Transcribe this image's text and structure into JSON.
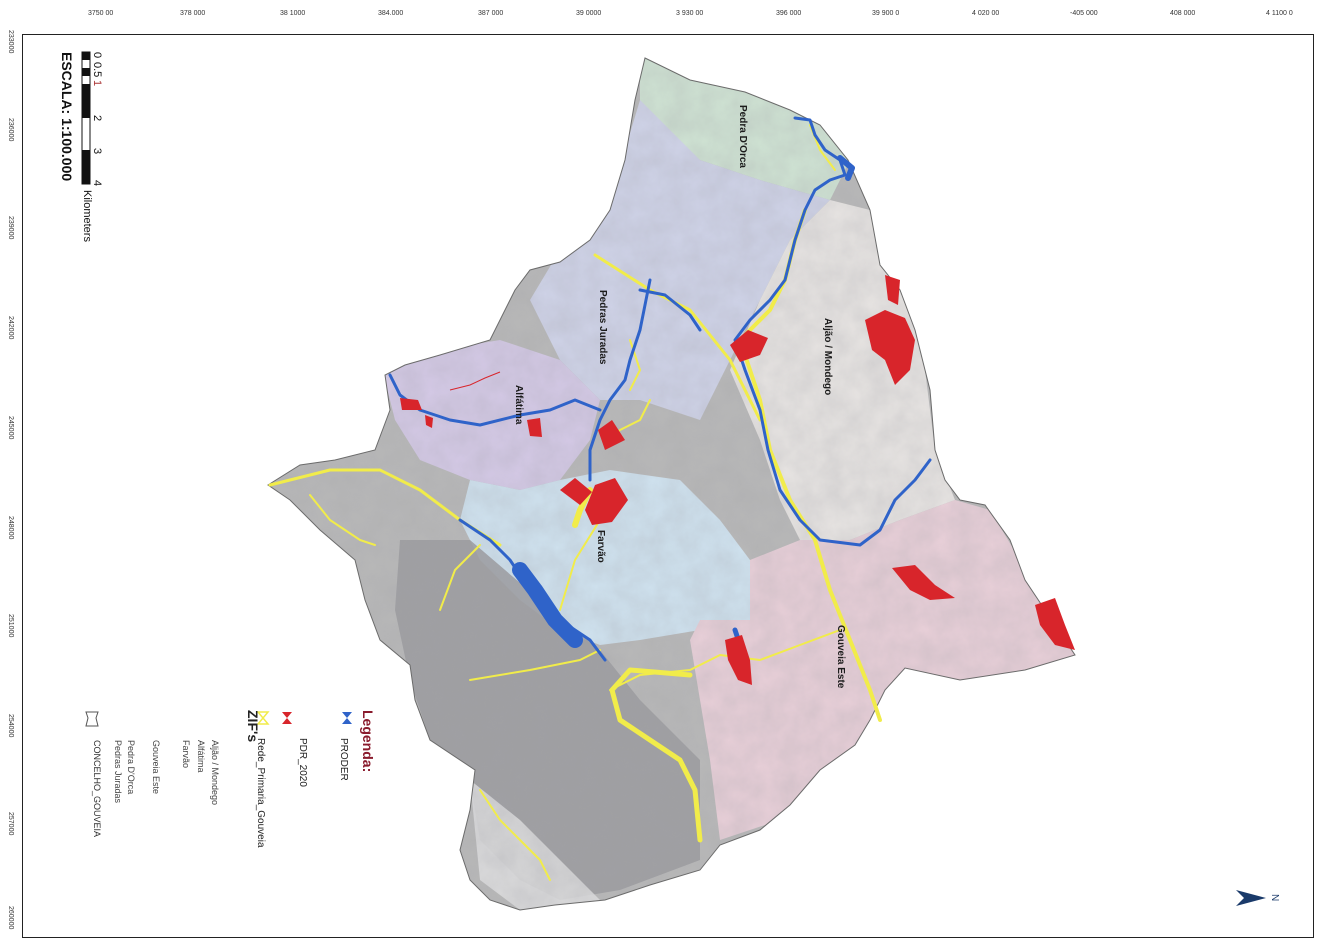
{
  "map": {
    "top_ticks": [
      "3750 00",
      "378 000",
      "38 1000",
      "384.000",
      "387 000",
      "39 0000",
      "3 930 00",
      "396 000",
      "39 900 0",
      "4 020 00",
      "-405 000",
      "408 000",
      "4 1100 0"
    ],
    "left_ticks": [
      "233000",
      "236000",
      "239000",
      "242000",
      "245000",
      "248000",
      "251000",
      "254000",
      "257000",
      "260000"
    ],
    "scale": {
      "numbers": [
        "0",
        "0.5",
        "1",
        "2",
        "3",
        "4"
      ],
      "unit": "Kilometers",
      "ratio": "ESCALA: 1:100.000"
    },
    "zone_labels": {
      "pedra_dorca": "Pedra D'Orca",
      "pedras_juradas": "Pedras Juradas",
      "aljao_mondego": "Aljão / Mondego",
      "alfatima": "Alfátima",
      "farvao": "Farvão",
      "gouveia_este": "Gouveia Este"
    },
    "legend": {
      "title": "Legenda:",
      "items": [
        "PRODER",
        "PDR_2020",
        "Rede_Primaria_Gouveia"
      ],
      "zif_title": "ZIF's",
      "zif_items": [
        "Aljão / Mondego",
        "Alfátima",
        "Farvão",
        "Gouveia Este",
        "Pedra D'Orca",
        "Pedras Juradas"
      ],
      "concelho": "CONCELHO_GOUVEIA"
    },
    "north": "N",
    "colors": {
      "pedra_dorca": "#cfe3d3",
      "pedras_juradas": "#cfd3e8",
      "aljao_mondego": "#e7e4e2",
      "alfatima": "#d4c9e6",
      "farvao": "#cfe2ef",
      "gouveia_este": "#e8cfd8",
      "unzoned": "#b8b8b8",
      "proder": "#2f63c9",
      "pdr_2020": "#d8252b",
      "rede_primaria": "#f1ec4a"
    }
  }
}
